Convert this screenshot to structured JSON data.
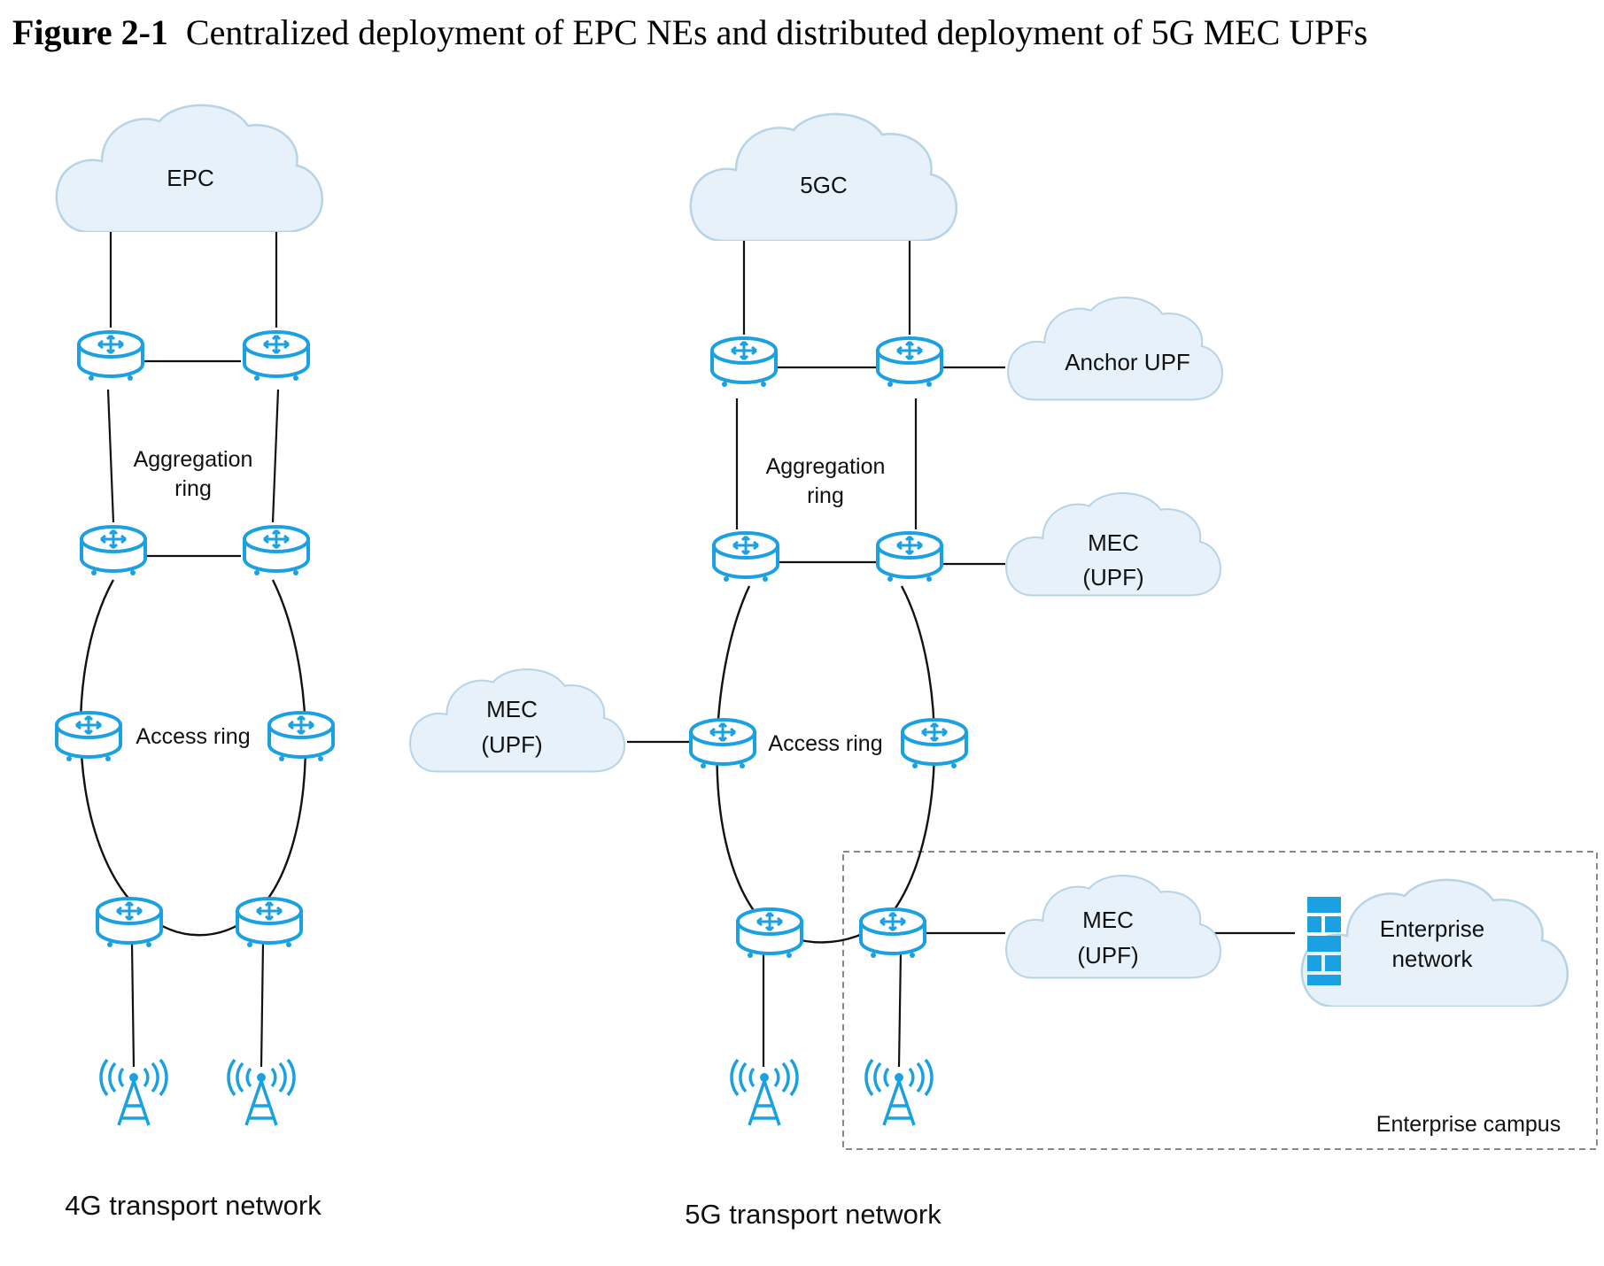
{
  "caption": {
    "figure_number": "Figure 2-1",
    "text": "Centralized deployment of EPC NEs and distributed deployment of 5G MEC UPFs"
  },
  "left_network": {
    "core_cloud": "EPC",
    "aggregation_ring": [
      "Aggregation",
      "ring"
    ],
    "access_ring": "Access ring",
    "title": "4G transport network"
  },
  "right_network": {
    "core_cloud": "5GC",
    "anchor_upf": "Anchor UPF",
    "mec_agg": [
      "MEC",
      "(UPF)"
    ],
    "mec_access": [
      "MEC",
      "(UPF)"
    ],
    "mec_campus": [
      "MEC",
      "(UPF)"
    ],
    "enterprise_network": [
      "Enterprise",
      "network"
    ],
    "aggregation_ring": [
      "Aggregation",
      "ring"
    ],
    "access_ring": "Access ring",
    "campus_label": "Enterprise campus",
    "title": "5G transport network"
  },
  "colors": {
    "device_blue": "#1ba1e2",
    "cloud_fill": "#e6f1f9",
    "cloud_stroke": "#b7d3e6"
  },
  "icons": [
    "router-icon",
    "radio-tower-icon",
    "firewall-icon",
    "cloud-icon"
  ]
}
